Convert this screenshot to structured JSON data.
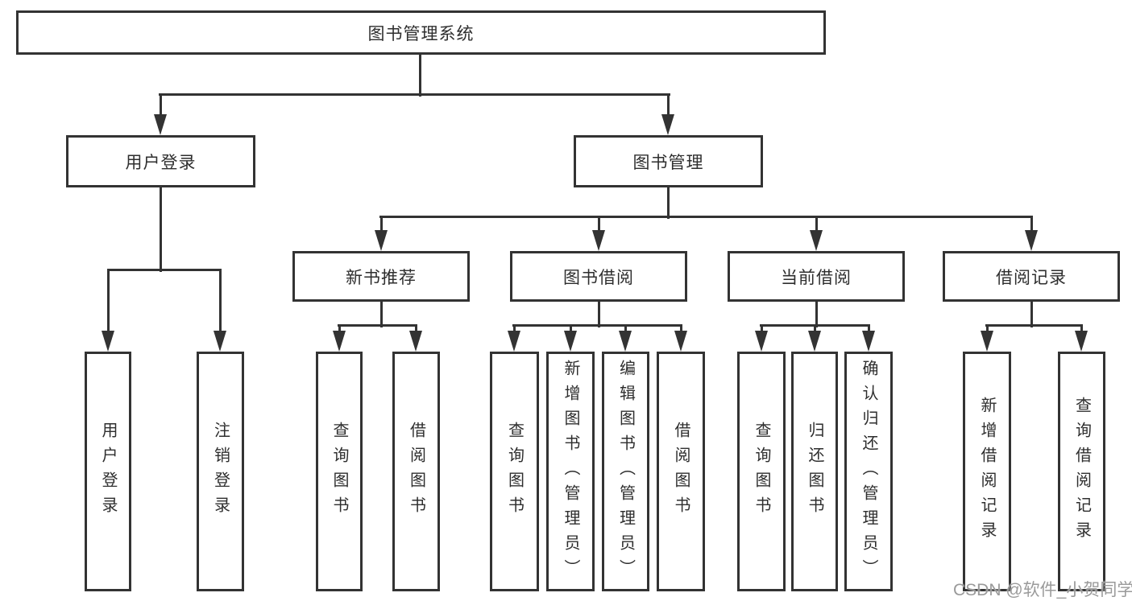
{
  "tree": {
    "root": {
      "label": "图书管理系统",
      "children": [
        {
          "label": "用户登录",
          "children": [
            {
              "label": "用户登录"
            },
            {
              "label": "注销登录"
            }
          ]
        },
        {
          "label": "图书管理",
          "children": [
            {
              "label": "新书推荐",
              "children": [
                {
                  "label": "查询图书"
                },
                {
                  "label": "借阅图书"
                }
              ]
            },
            {
              "label": "图书借阅",
              "children": [
                {
                  "label": "查询图书"
                },
                {
                  "label": "新增图书（管理员）"
                },
                {
                  "label": "编辑图书（管理员）"
                },
                {
                  "label": "借阅图书"
                }
              ]
            },
            {
              "label": "当前借阅",
              "children": [
                {
                  "label": "查询图书"
                },
                {
                  "label": "归还图书"
                },
                {
                  "label": "确认归还（管理员）"
                }
              ]
            },
            {
              "label": "借阅记录",
              "children": [
                {
                  "label": "新增借阅记录"
                },
                {
                  "label": "查询借阅记录"
                }
              ]
            }
          ]
        }
      ]
    }
  },
  "watermark": {
    "text": "CSDN @软件_小贺同学"
  },
  "colors": {
    "line": "#333333",
    "text": "#2e2e2e",
    "watermark": "#9a9a9a"
  }
}
